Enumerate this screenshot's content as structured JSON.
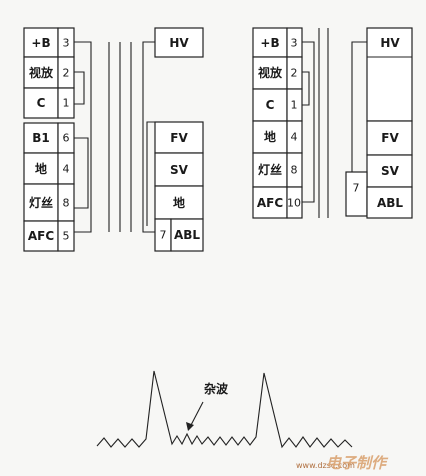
{
  "left_connector": {
    "pins": [
      {
        "label": "+B",
        "num": "3"
      },
      {
        "label": "视放",
        "num": "2"
      },
      {
        "label": "C",
        "num": "1"
      },
      {
        "label": "B1",
        "num": "6"
      },
      {
        "label": "地",
        "num": "4"
      },
      {
        "label": "灯丝",
        "num": "8"
      },
      {
        "label": "AFC",
        "num": "5"
      }
    ]
  },
  "left_target": {
    "top_label": "HV",
    "labels": [
      "FV",
      "SV",
      "地",
      "ABL"
    ],
    "abl_pin": "7"
  },
  "right_connector": {
    "pins": [
      {
        "label": "+B",
        "num": "3"
      },
      {
        "label": "视放",
        "num": "2"
      },
      {
        "label": "C",
        "num": "1"
      },
      {
        "label": "地",
        "num": "4"
      },
      {
        "label": "灯丝",
        "num": "8"
      },
      {
        "label": "AFC",
        "num": "10"
      }
    ]
  },
  "right_target": {
    "top_label": "HV",
    "labels": [
      "FV",
      "SV",
      "ABL"
    ],
    "abl_pin": "7"
  },
  "waveform": {
    "annotation": "杂波"
  },
  "watermark": {
    "text": "电子制作",
    "url": "www.dzsc.com"
  }
}
